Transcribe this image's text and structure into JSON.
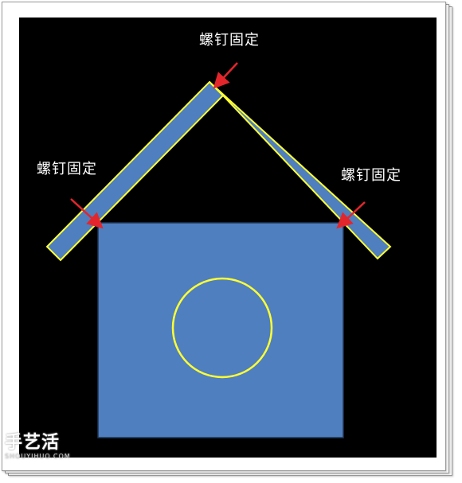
{
  "diagram": {
    "callouts": {
      "top": "螺钉固定",
      "left": "螺钉固定",
      "right": "螺钉固定"
    },
    "colors": {
      "background": "#000000",
      "board_fill": "#4f7fbf",
      "outline": "#ffff33",
      "arrow": "#e3262c",
      "text": "#ffffff"
    }
  },
  "watermark": {
    "main": "手艺活",
    "sub": "SHOUYIHUO.COM"
  }
}
